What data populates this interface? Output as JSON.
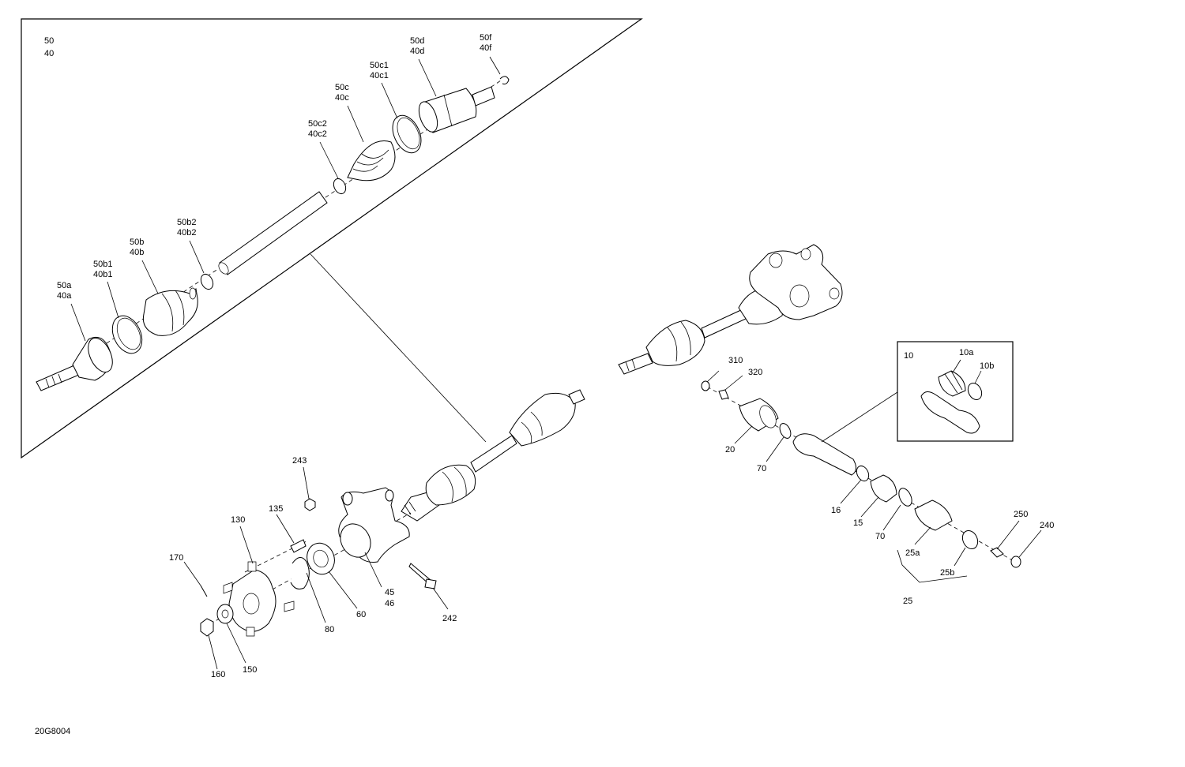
{
  "drawing_number": "20G8004",
  "inset_shaft": {
    "label_top": "50",
    "label_bottom": "40"
  },
  "inset_coupler": {
    "label": "10"
  },
  "callouts": {
    "50a": [
      "50a",
      "40a"
    ],
    "50b1": [
      "50b1",
      "40b1"
    ],
    "50b": [
      "50b",
      "40b"
    ],
    "50b2": [
      "50b2",
      "40b2"
    ],
    "50c2": [
      "50c2",
      "40c2"
    ],
    "50c": [
      "50c",
      "40c"
    ],
    "50c1": [
      "50c1",
      "40c1"
    ],
    "50d": [
      "50d",
      "40d"
    ],
    "50f": [
      "50f",
      "40f"
    ],
    "45": [
      "45",
      "46"
    ],
    "243": "243",
    "135": "135",
    "130": "130",
    "170": "170",
    "80": "80",
    "60": "60",
    "242": "242",
    "160": "160",
    "150": "150",
    "310": "310",
    "320": "320",
    "20": "20",
    "70a": "70",
    "16": "16",
    "15": "15",
    "70b": "70",
    "25a": "25a",
    "25b": "25b",
    "25": "25",
    "250": "250",
    "240": "240",
    "10a": "10a",
    "10b": "10b"
  }
}
